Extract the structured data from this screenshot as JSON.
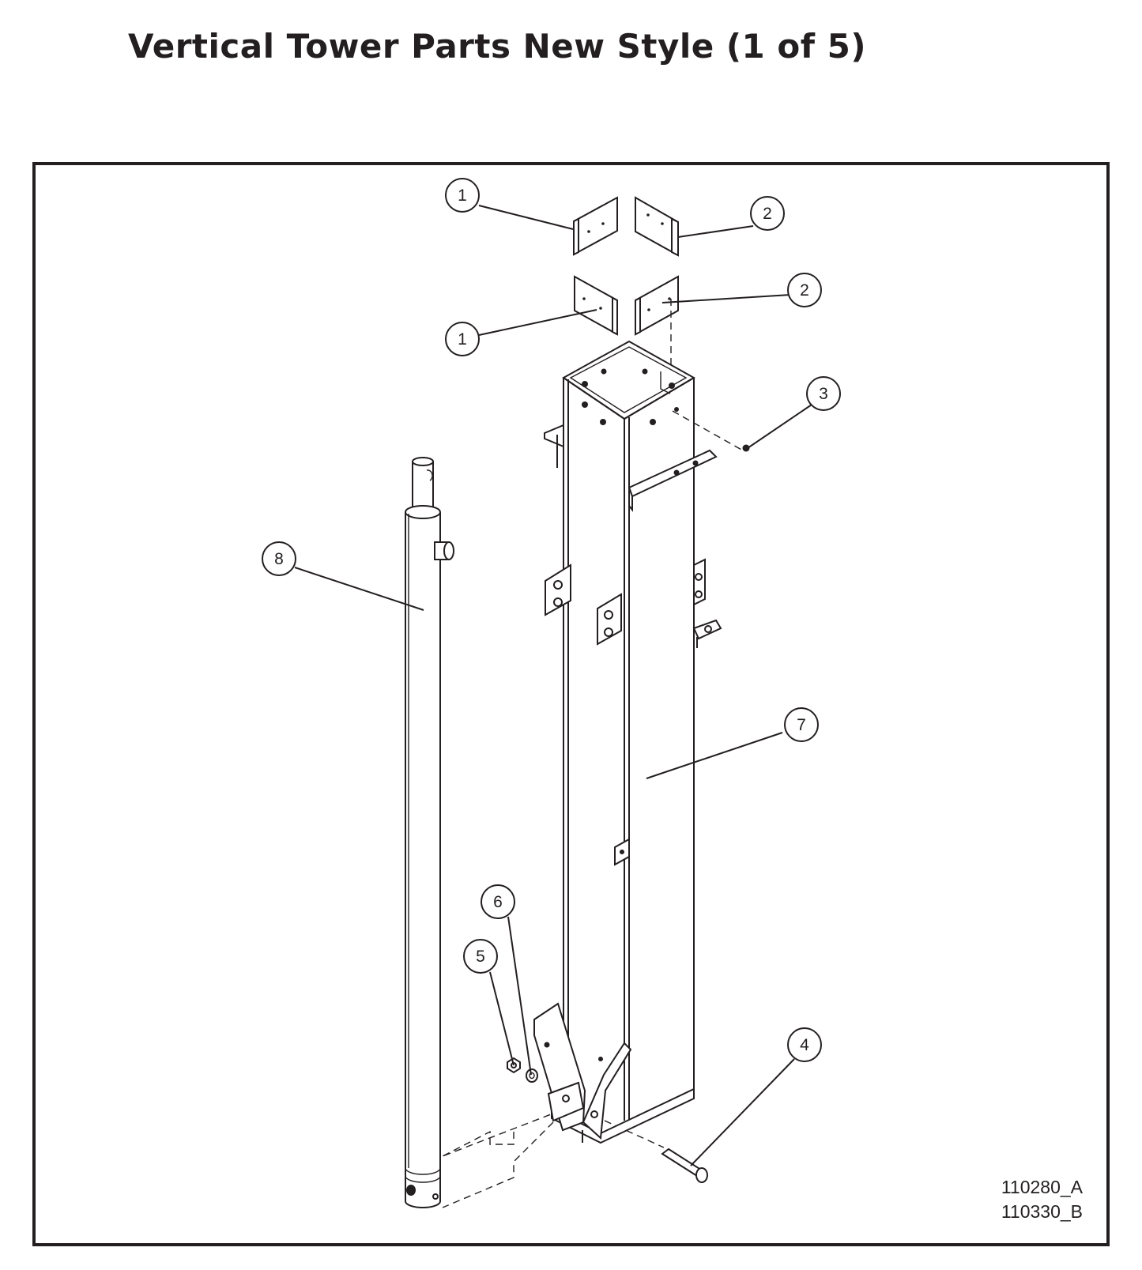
{
  "title": "Vertical Tower Parts New Style (1 of 5)",
  "callouts": [
    {
      "label": "1"
    },
    {
      "label": "2"
    },
    {
      "label": "2"
    },
    {
      "label": "1"
    },
    {
      "label": "3"
    },
    {
      "label": "8"
    },
    {
      "label": "7"
    },
    {
      "label": "6"
    },
    {
      "label": "5"
    },
    {
      "label": "4"
    }
  ],
  "drawing_numbers": [
    "110280_A",
    "110330_B"
  ]
}
